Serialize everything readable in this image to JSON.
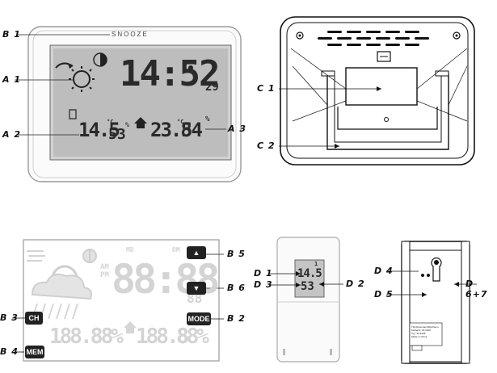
{
  "labels": {
    "b1": "B 1",
    "a1": "A 1",
    "a2": "A 2",
    "a3": "A 3",
    "c1": "C 1",
    "c2": "C 2",
    "b5": "B 5",
    "b6": "B 6",
    "b3": "B 3",
    "b2": "B 2",
    "b4": "B 4",
    "d1": "D 1",
    "d2": "D 2",
    "d3": "D 3",
    "d4": "D 4",
    "d5": "D 5",
    "d67": "D 6+7"
  },
  "front_display": {
    "snooze": "SNOOZE",
    "time": "14:52",
    "seconds": "29",
    "outdoor_temp": "14.5",
    "outdoor_temp_unit": "°C",
    "outdoor_humidity": "53",
    "humidity_unit": "%",
    "indoor_temp": "23.8",
    "indoor_temp_unit": "°C",
    "indoor_humidity": "54"
  },
  "full_lcd": {
    "md": "MD",
    "dm": "DM",
    "am": "AM",
    "pm": "PM",
    "big_digits": "88:88",
    "small_digits": "88",
    "out_digits": "188.8",
    "out_hum": "88%",
    "in_digits": "188.8",
    "in_hum": "88%",
    "buttons": {
      "ch": "CH",
      "mode": "MODE",
      "mem": "MEM"
    }
  },
  "sensor_display": {
    "channel": "1",
    "temp": "14.5",
    "humidity": "53"
  },
  "sensor_back": {
    "sticker_lines": [
      "TFA Dostmann/Wertheim",
      "Modellnr. 30.3208",
      "Typ: 30.3208",
      "Made in China"
    ]
  }
}
